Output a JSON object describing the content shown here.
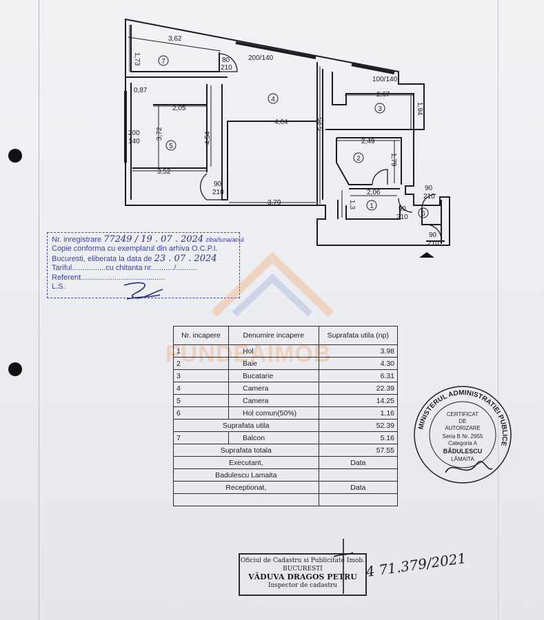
{
  "plan": {
    "rooms": [
      {
        "num": "1"
      },
      {
        "num": "2"
      },
      {
        "num": "3"
      },
      {
        "num": "4"
      },
      {
        "num": "5"
      },
      {
        "num": "6"
      },
      {
        "num": "7"
      }
    ],
    "dims": {
      "d362": "3,62",
      "d173": "1,73",
      "d80_210": [
        "80",
        "210"
      ],
      "d200_140_top": "200/140",
      "d100_140": "100/140",
      "d267": "2,67",
      "d194": "1,94",
      "d087": "0,87",
      "d205": "2,05",
      "d200_140_left": [
        "200",
        "140"
      ],
      "d372": "3,72",
      "d454": "4,54",
      "d352": "3,52",
      "d404": "4,04",
      "d525": "5,25",
      "d249": "2,49",
      "d179": "1,79",
      "d206": "2,06",
      "d13": "1,3",
      "d379": "3,79",
      "door5": [
        "90",
        "210"
      ],
      "door1": [
        "90",
        "210"
      ],
      "door6a": [
        "90",
        "210"
      ],
      "door6b": [
        "90",
        "210"
      ]
    }
  },
  "certification": {
    "line1_label": "Nr. inregistrare",
    "line1_mid": "ziba/luna/anul",
    "line1_hw": "77249 / 19 . 07 . 2024",
    "line2": "Copie conforma cu exemplarul din arhiva O.C.P.I.",
    "line3_label": "Bucuresti, eliberata la data de",
    "line3_hw": "23 . 07 . 2024",
    "line4": "Tariful................cu chitanta nr.........../..........",
    "line5": "Referent........................................",
    "line6": "L.S."
  },
  "watermark": "FUNDEAIMOB",
  "table": {
    "headers": [
      "Nr. incapere",
      "Denumire incapere",
      "Suprafata utila (np)"
    ],
    "rows": [
      {
        "nr": "1",
        "name": "Hol",
        "area": "3.98"
      },
      {
        "nr": "2",
        "name": "Baie",
        "area": "4.30"
      },
      {
        "nr": "3",
        "name": "Bucatarie",
        "area": "6.31"
      },
      {
        "nr": "4",
        "name": "Camera",
        "area": "22.39"
      },
      {
        "nr": "5",
        "name": "Camera",
        "area": "14.25"
      },
      {
        "nr": "6",
        "name": "Hol comun(50%)",
        "area": "1.16"
      }
    ],
    "suprafata_utila_label": "Suprafata utila",
    "suprafata_utila_value": "52.39",
    "balcon_nr": "7",
    "balcon_label": "Balcon",
    "balcon_value": "5.16",
    "suprafata_totala_label": "Suprafata totala",
    "suprafata_totala_value": "57.55",
    "executant_label": "Executant,",
    "executant_data": "Data",
    "executant_name": "Badulescu Lamaita",
    "receptionat_label": "Receptionat,",
    "receptionat_data": "Data"
  },
  "cert_stamp": {
    "ring_text": "MINISTERUL ADMINISTRATIEI PUBLICE",
    "l1": "CERTIFICAT",
    "l2": "DE",
    "l3": "AUTORIZARE",
    "l4": "Seria B  Nr. 2955",
    "l5": "Categoria A",
    "l6": "BĂDULESCU",
    "l7": "LĂMAITA"
  },
  "ocpi_stamp": {
    "l1": "Oficiul de Cadastru si Publicitate Imob.",
    "l2": "BUCURESTI",
    "l3": "VĂDUVA DRAGOS PETRU",
    "l4": "Inspector de cadastru",
    "hw": "4 71.379/2021"
  }
}
